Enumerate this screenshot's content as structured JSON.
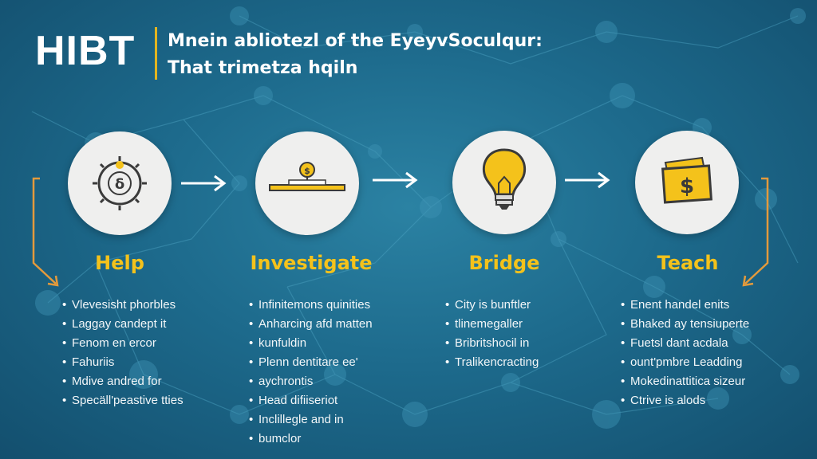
{
  "header": {
    "brand": "HIBT",
    "headline_line1": "Mnein abliotezl of the EyeyvSoculqur:",
    "headline_line2": "That trimetza hqiln"
  },
  "colors": {
    "background": "#1d6a8c",
    "accent_yellow": "#f4c21b",
    "connector_orange": "#e39a3c",
    "circle": "#efefee"
  },
  "steps": [
    {
      "title": "Help",
      "icon": "compass-icon",
      "bullets": [
        "Vlevesisht phorbles",
        "Laggay candept it",
        "Fenom en ercor",
        "Fahuriis",
        "Mdive andred for",
        "Specäll'peastive tties"
      ]
    },
    {
      "title": "Investigate",
      "icon": "coin-on-scale-icon",
      "bullets": [
        "Infinitemons quinities",
        "Anharcing afd matten",
        "kunfuldin",
        "Plenn dentitare ee'",
        "aychrontis",
        "Head difiiseriot",
        "Inclillegle and in",
        "bumclor"
      ]
    },
    {
      "title": "Bridge",
      "icon": "lightbulb-icon",
      "bullets": [
        "City is bunftler",
        "tlinemegaller",
        "Bribritshocil in",
        "Tralikencracting"
      ]
    },
    {
      "title": "Teach",
      "icon": "dollar-wallet-icon",
      "bullets": [
        "Enent handel enits",
        "Bhaked ay tensiuperte",
        "Fuetsl dant acdala",
        "ount'pmbre Leadding",
        "Mokedinattitica sizeur",
        "Ctrive is alods"
      ]
    }
  ]
}
